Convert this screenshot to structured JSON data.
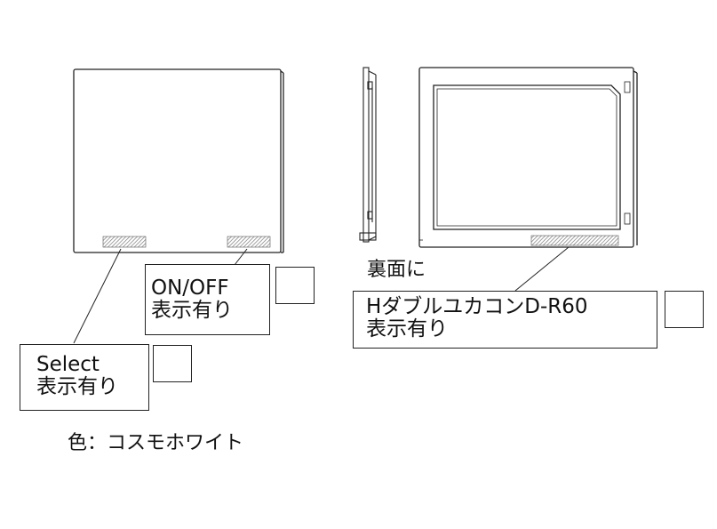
{
  "colors": {
    "line": "#222222",
    "hatch": "#8a8a8a",
    "background": "#ffffff"
  },
  "labels": {
    "onoff": {
      "line1": "ON/OFF",
      "line2": "表示有り"
    },
    "select": {
      "line1": "Select",
      "line2": "表示有り"
    },
    "back": {
      "heading": "裏面に",
      "line1": "HダブルユカコンD-R60",
      "line2": "表示有り"
    },
    "color_note": "色：コスモホワイト"
  }
}
